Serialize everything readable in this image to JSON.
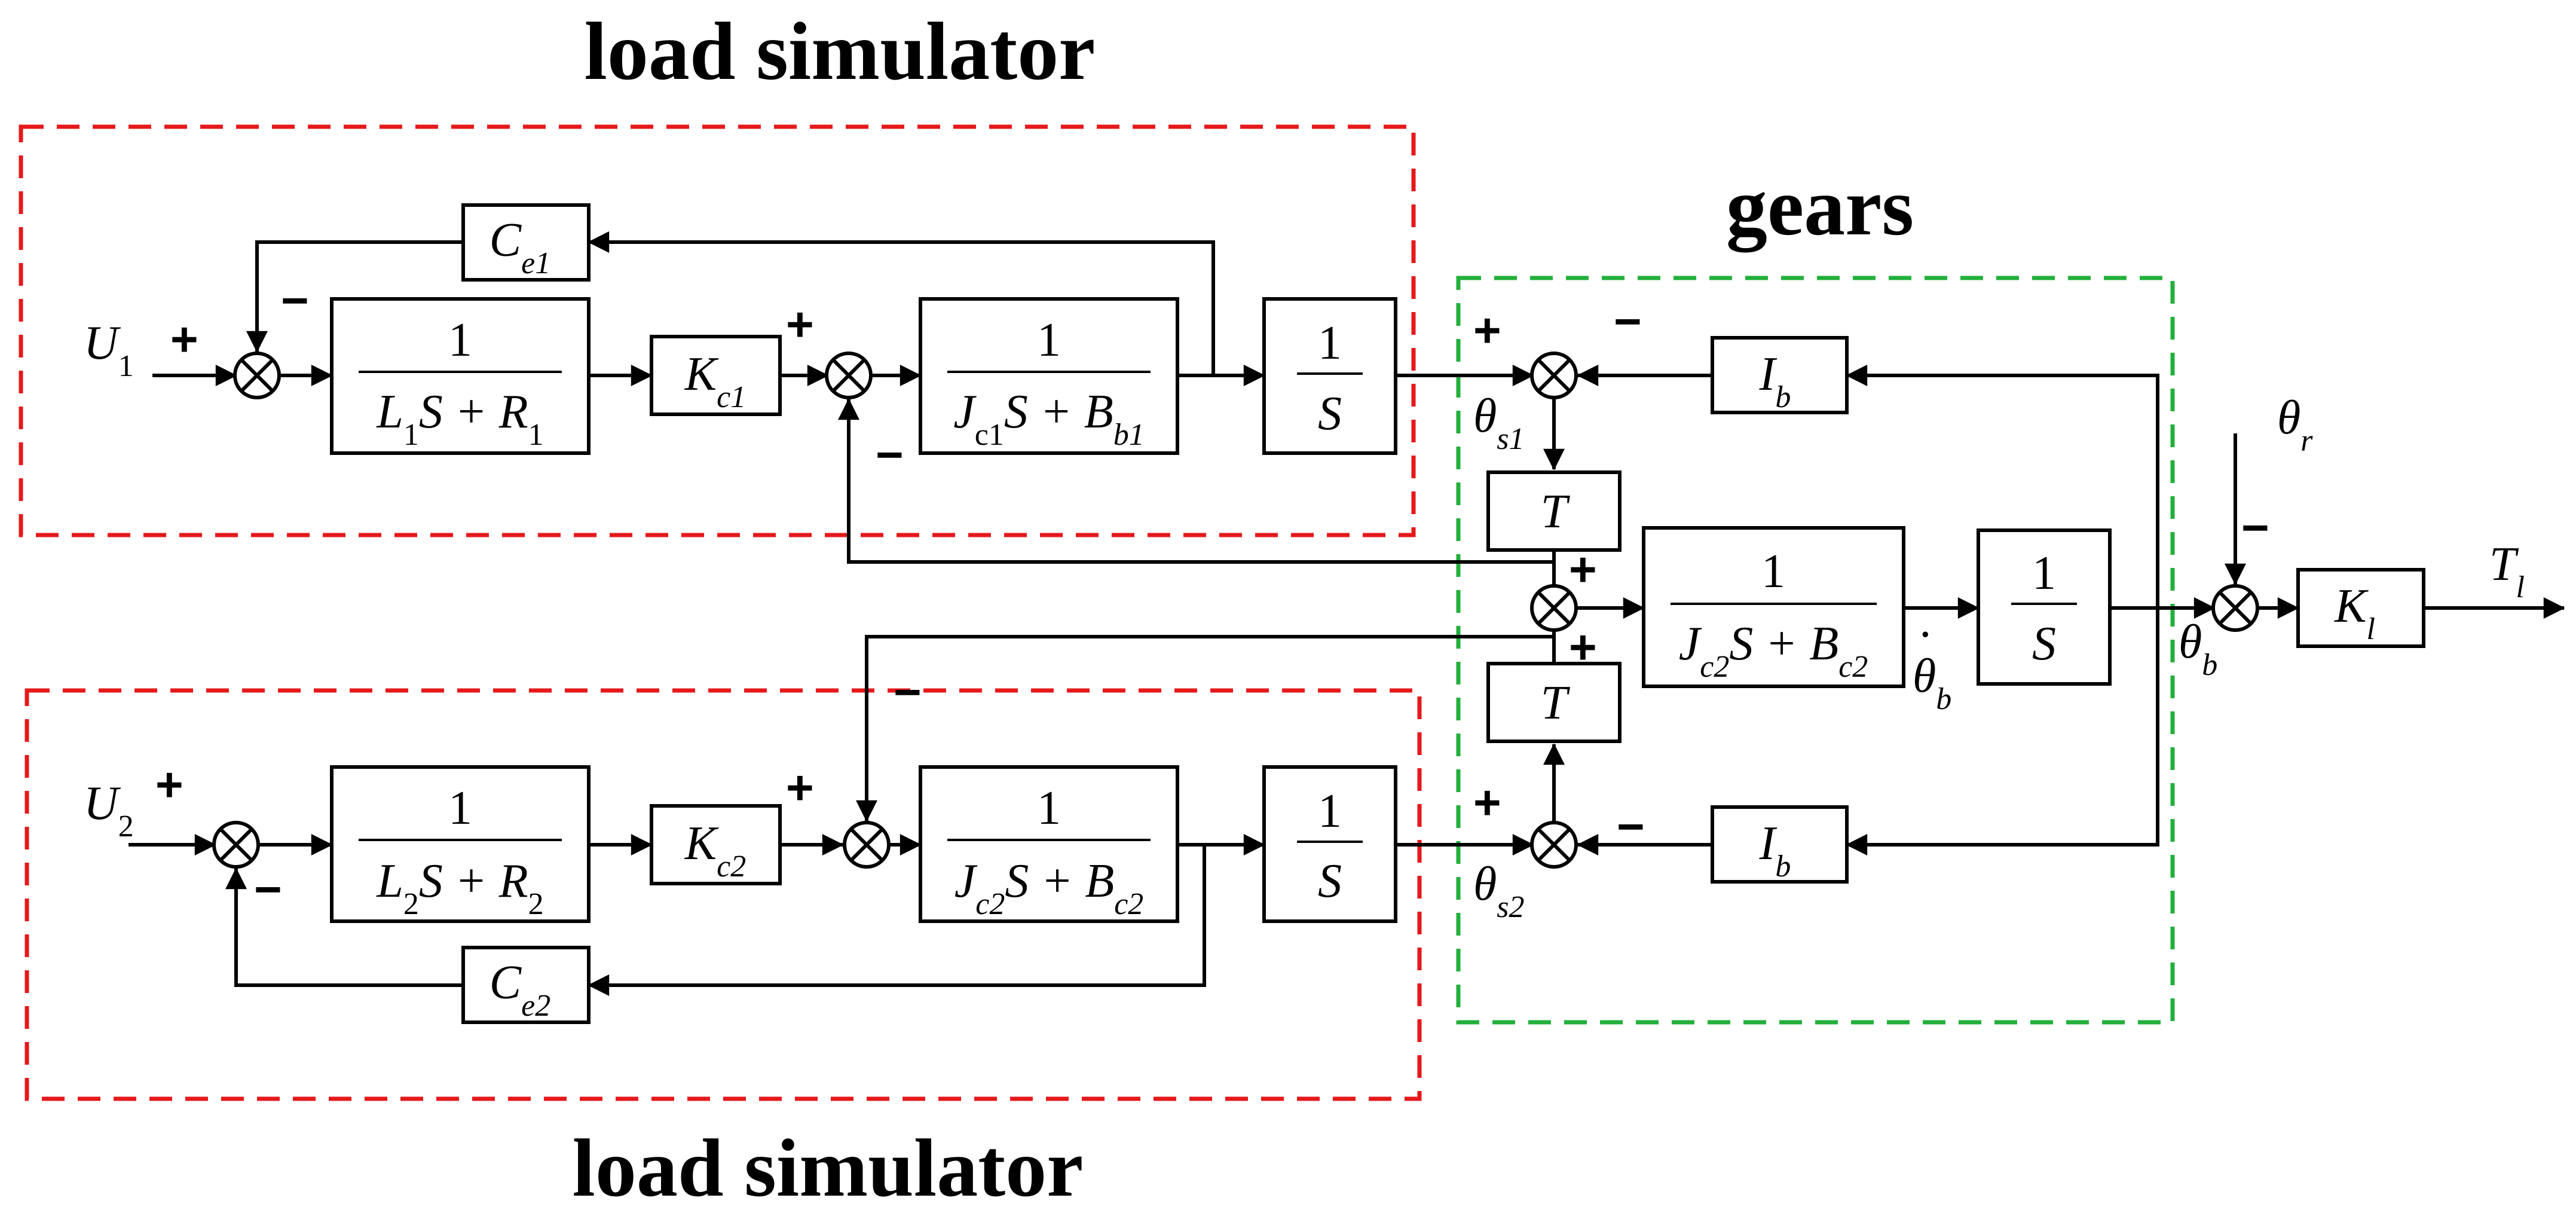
{
  "titles": {
    "top": "load simulator",
    "bottom": "load simulator",
    "gears": "gears"
  },
  "colors": {
    "load_simulator_frame": "#e5191b",
    "gears_frame": "#22b03b"
  },
  "inputs": {
    "u1": "U",
    "u1_sub": "1",
    "u2": "U",
    "u2_sub": "2"
  },
  "output": {
    "name": "T",
    "sub": "l"
  },
  "blocks": {
    "one": "1",
    "s": "S",
    "elec1": {
      "l": "L",
      "l_sub": "1",
      "mid": "S + ",
      "r": "R",
      "r_sub": "1"
    },
    "elec2": {
      "l": "L",
      "l_sub": "2",
      "mid": "S + ",
      "r": "R",
      "r_sub": "2"
    },
    "mech1": {
      "j": "J",
      "j_sub": "c1",
      "mid": "S + ",
      "b": "B",
      "b_sub": "b1"
    },
    "mech2": {
      "j": "J",
      "j_sub": "c2",
      "mid": "S + ",
      "b": "B",
      "b_sub": "c2"
    },
    "mech_center": {
      "j": "J",
      "j_sub": "c2",
      "mid": "S + ",
      "b": "B",
      "b_sub": "c2"
    },
    "kc1": {
      "k": "K",
      "sub": "c1"
    },
    "kc2": {
      "k": "K",
      "sub": "c2"
    },
    "ce1": {
      "c": "C",
      "sub": "e1"
    },
    "ce2": {
      "c": "C",
      "sub": "e2"
    },
    "ib": {
      "i": "I",
      "sub": "b"
    },
    "t": "T",
    "kl": {
      "k": "K",
      "sub": "l"
    }
  },
  "signals": {
    "theta": "θ",
    "s1": "s1",
    "s2": "s2",
    "b": "b",
    "r": "r",
    "dot": "·"
  },
  "signs": {
    "plus": "+",
    "minus": "−"
  }
}
